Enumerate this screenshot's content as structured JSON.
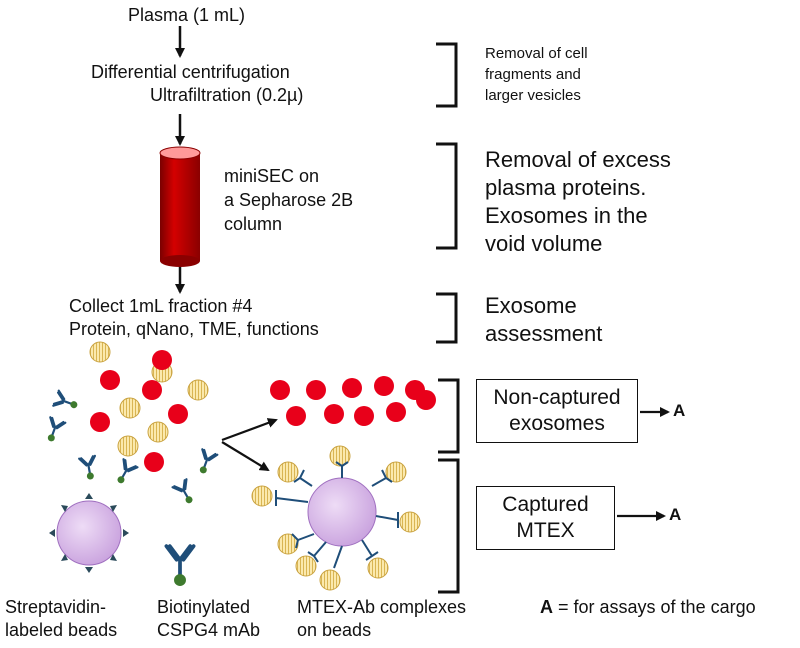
{
  "workflow": {
    "plasma": "Plasma (1 mL)",
    "centrifugation": "Differential centrifugation",
    "ultrafiltration": "Ultrafiltration (0.2µ)",
    "minisec_line1": "miniSEC on",
    "minisec_line2": "a Sepharose 2B",
    "minisec_line3": "column",
    "collect_line1": "Collect 1mL fraction #4",
    "collect_line2": "Protein, qNano, TME, functions"
  },
  "notes": {
    "removal_cells_line1": "Removal of cell",
    "removal_cells_line2": "fragments and",
    "removal_cells_line3": "larger vesicles",
    "removal_proteins_line1": "Removal of excess",
    "removal_proteins_line2": "plasma proteins.",
    "removal_proteins_line3": "Exosomes in the",
    "removal_proteins_line4": "void volume",
    "assessment_line1": "Exosome",
    "assessment_line2": "assessment"
  },
  "outcomes": {
    "noncaptured_line1": "Non-captured",
    "noncaptured_line2": "exosomes",
    "captured_line1": "Captured",
    "captured_line2": "MTEX",
    "arrow_label": "A"
  },
  "labels": {
    "beads_line1": "Streptavidin-",
    "beads_line2": "labeled beads",
    "mab_line1": "Biotinylated",
    "mab_line2": "CSPG4 mAb",
    "complex_line1": "MTEX-Ab complexes",
    "complex_line2": "on beads"
  },
  "legend": {
    "key": "A",
    "text": " = for assays of the cargo"
  },
  "colors": {
    "column_red": "#c00000",
    "exosome_red": "#e8001a",
    "exosome_yellow": "#fbe7a5",
    "bead_purple": "#d7b7e8",
    "antibody_blue": "#1f4e79",
    "biotin_green": "#3e7a2e"
  }
}
